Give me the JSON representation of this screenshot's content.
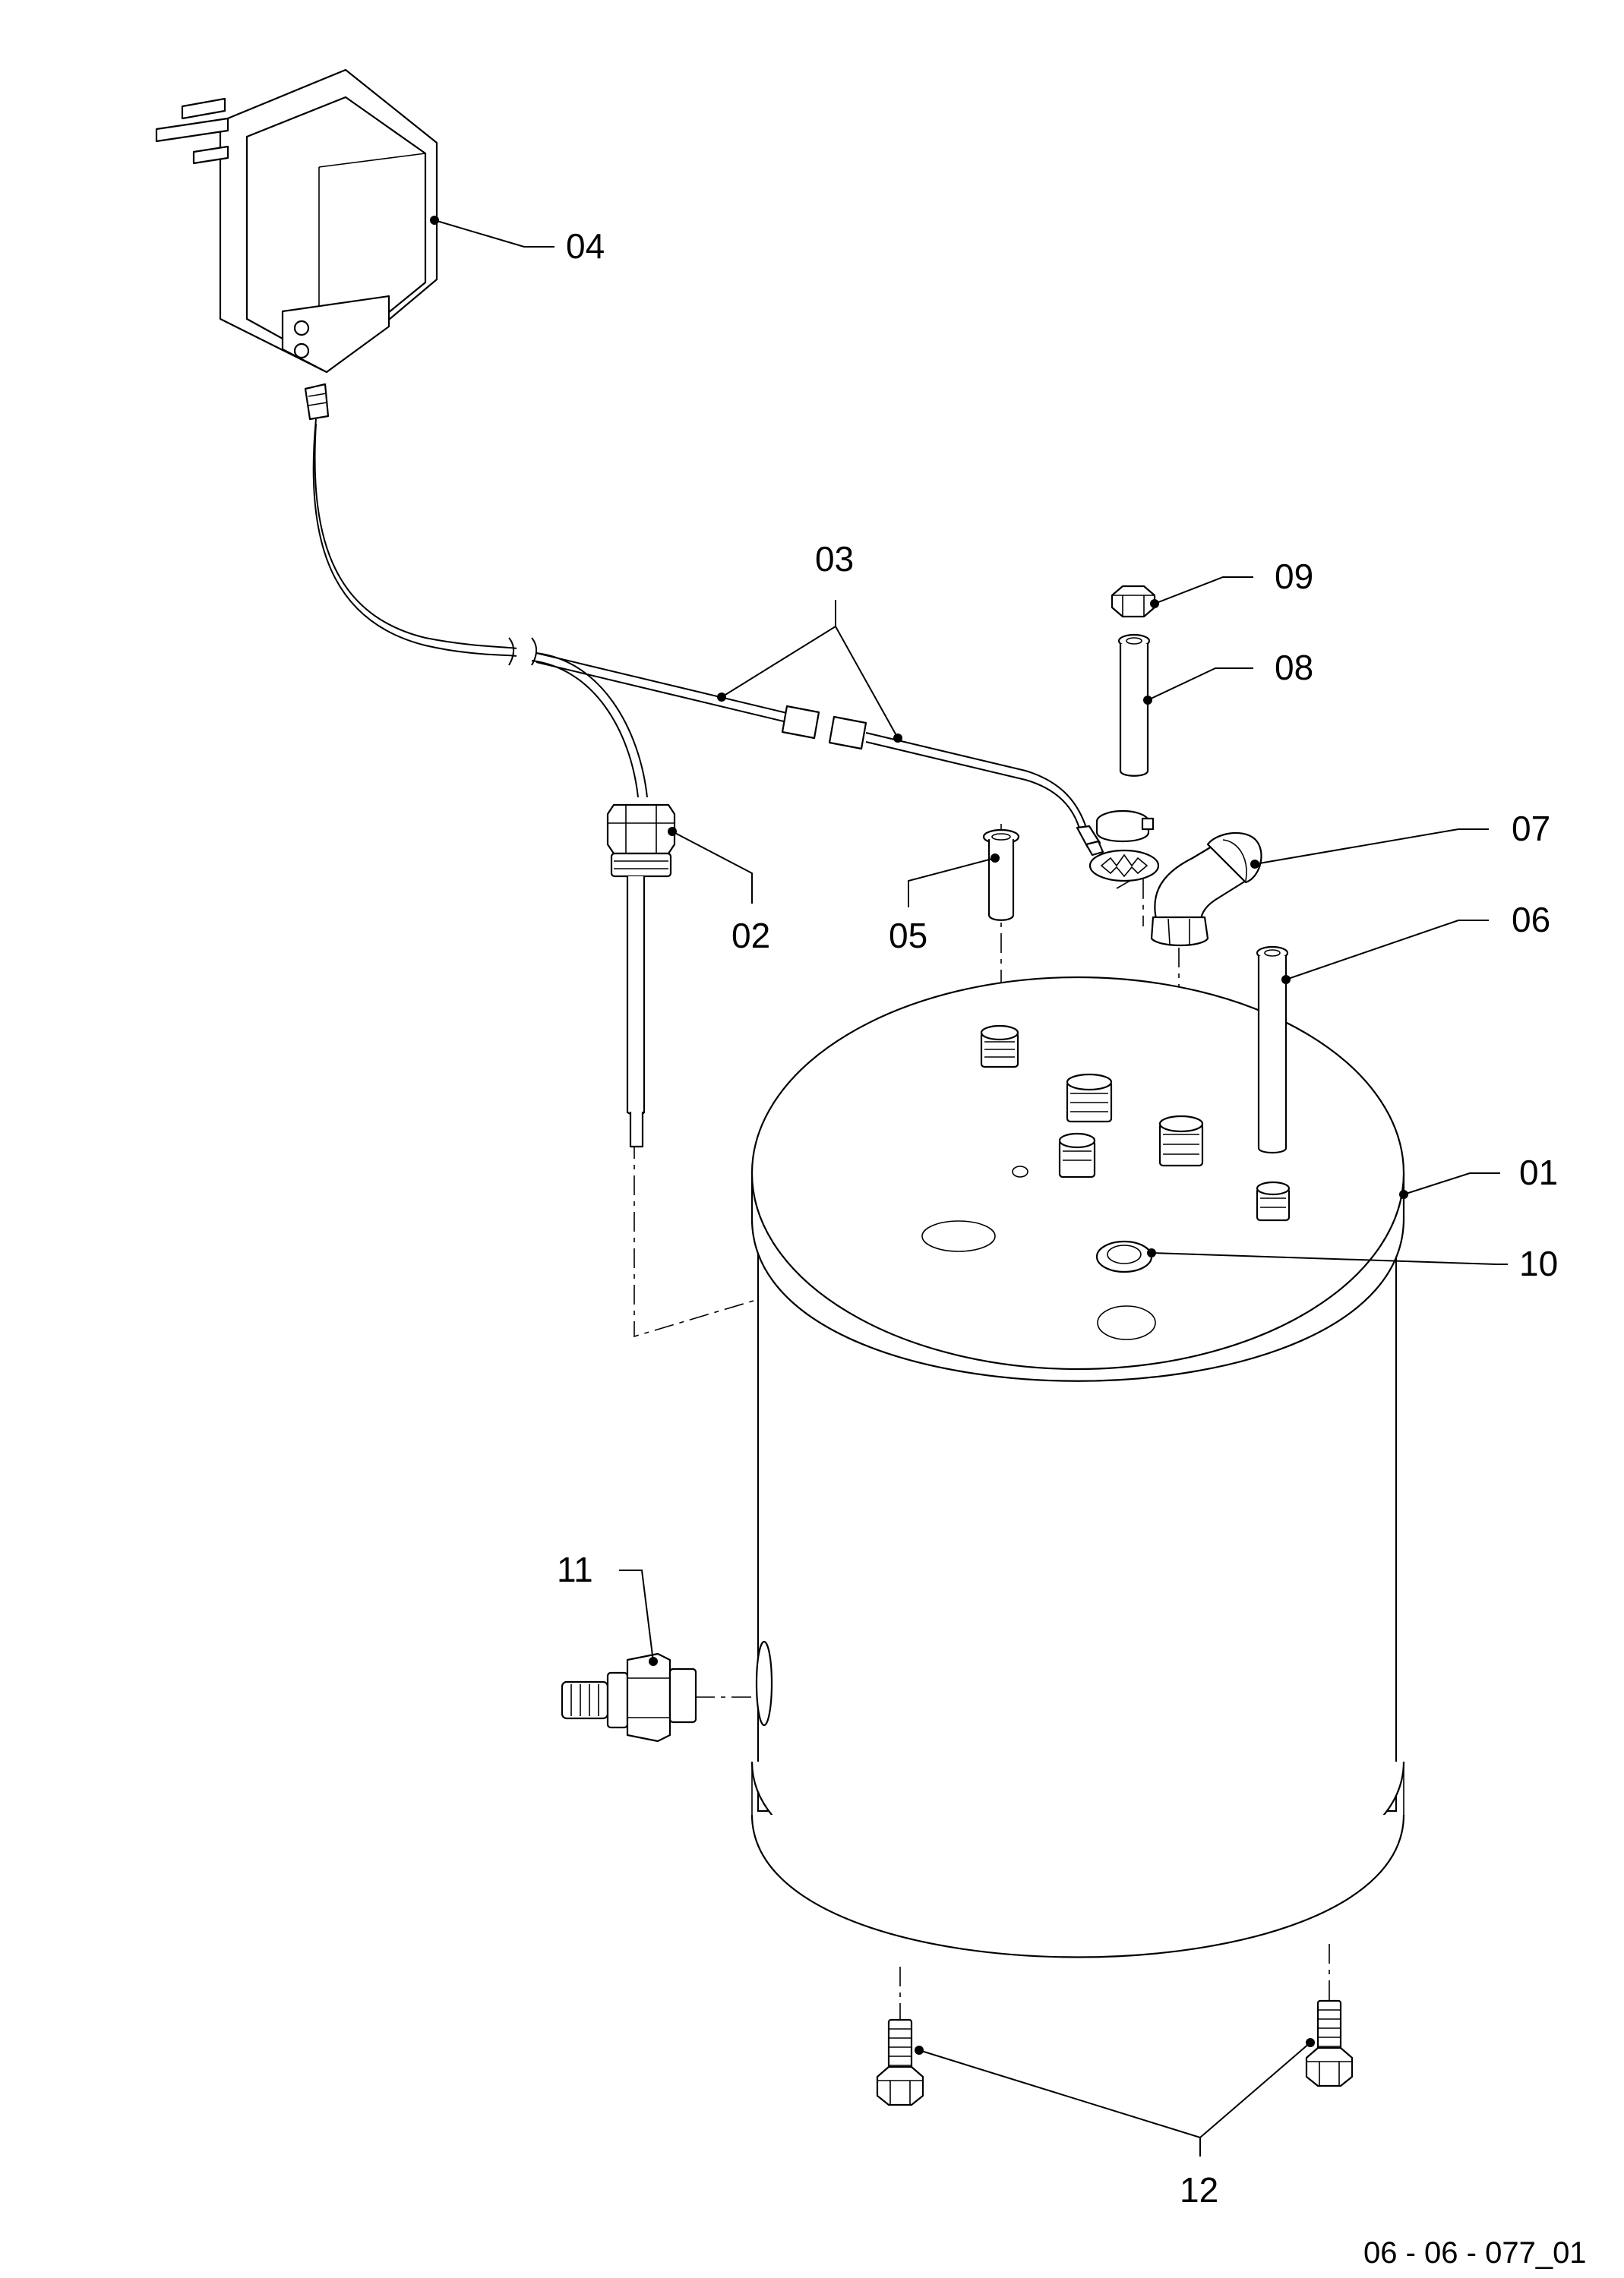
{
  "labels": {
    "l01": "01",
    "l02": "02",
    "l03": "03",
    "l04": "04",
    "l05": "05",
    "l06": "06",
    "l07": "07",
    "l08": "08",
    "l09": "09",
    "l10": "10",
    "l11": "11",
    "l12": "12"
  },
  "drawing_reference": "06 - 06 - 077_01"
}
